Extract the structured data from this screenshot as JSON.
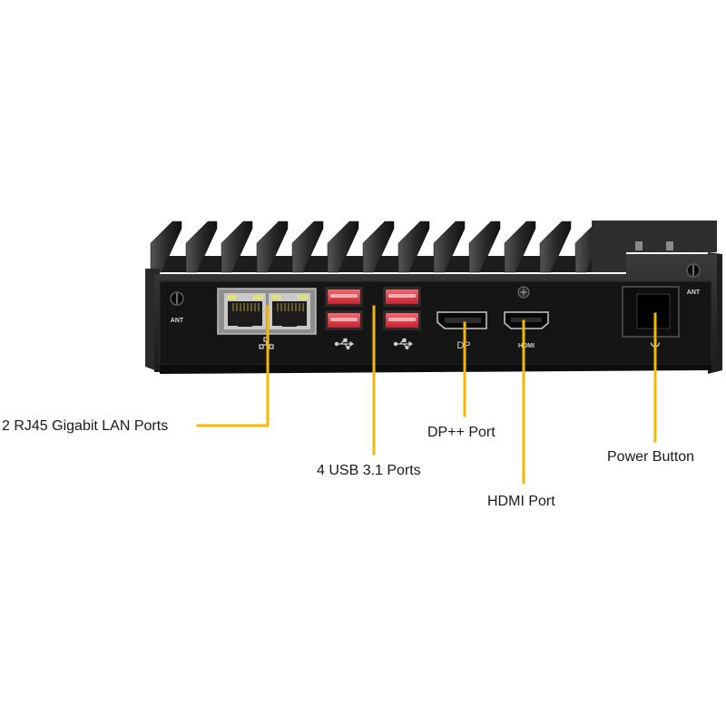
{
  "colors": {
    "leader_line": "#f5b800",
    "chassis": "#232323",
    "faceplate": "#161616",
    "usb_red": "#d8323c",
    "background": "#ffffff"
  },
  "device": {
    "ant_left_text": "ANT",
    "ant_right_text": "ANT",
    "dp_text": "DP",
    "hdmi_text": "HDMI"
  },
  "callouts": {
    "lan": "2 RJ45 Gigabit LAN Ports",
    "usb": "4 USB 3.1 Ports",
    "dp": "DP++ Port",
    "hdmi": "HDMI Port",
    "power": "Power Button"
  },
  "icons": [
    "network-icon",
    "usb-icon",
    "power-icon",
    "antenna-connector-icon",
    "screw-icon"
  ]
}
